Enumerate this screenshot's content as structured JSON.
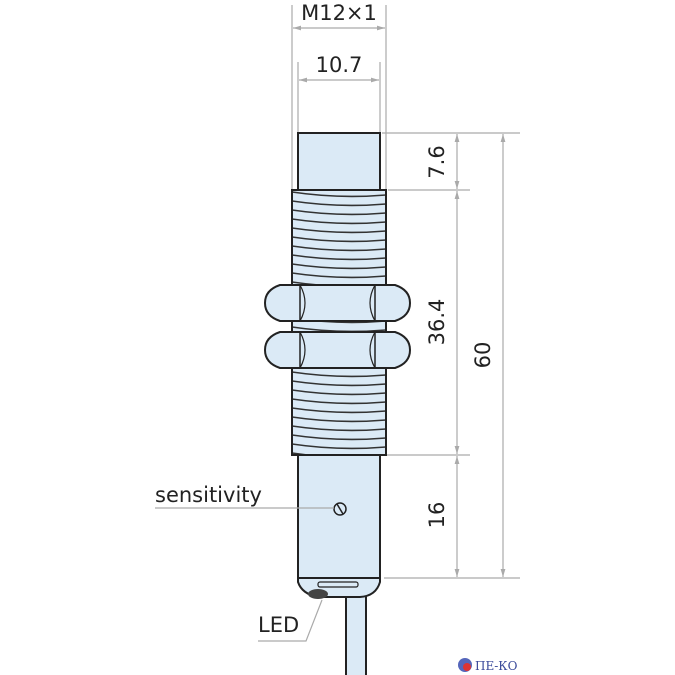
{
  "dimensions": {
    "thread": "M12×1",
    "diameter": "10.7",
    "cap_length": "7.6",
    "thread_length": "36.4",
    "total_length": "60",
    "lower_length": "16"
  },
  "labels": {
    "sensitivity": "sensitivity",
    "led": "LED"
  },
  "logo": {
    "text": "ПЕ-КО"
  },
  "colors": {
    "body": "#dbeaf6",
    "outline": "#222222",
    "dimension": "#aaaaaa"
  }
}
